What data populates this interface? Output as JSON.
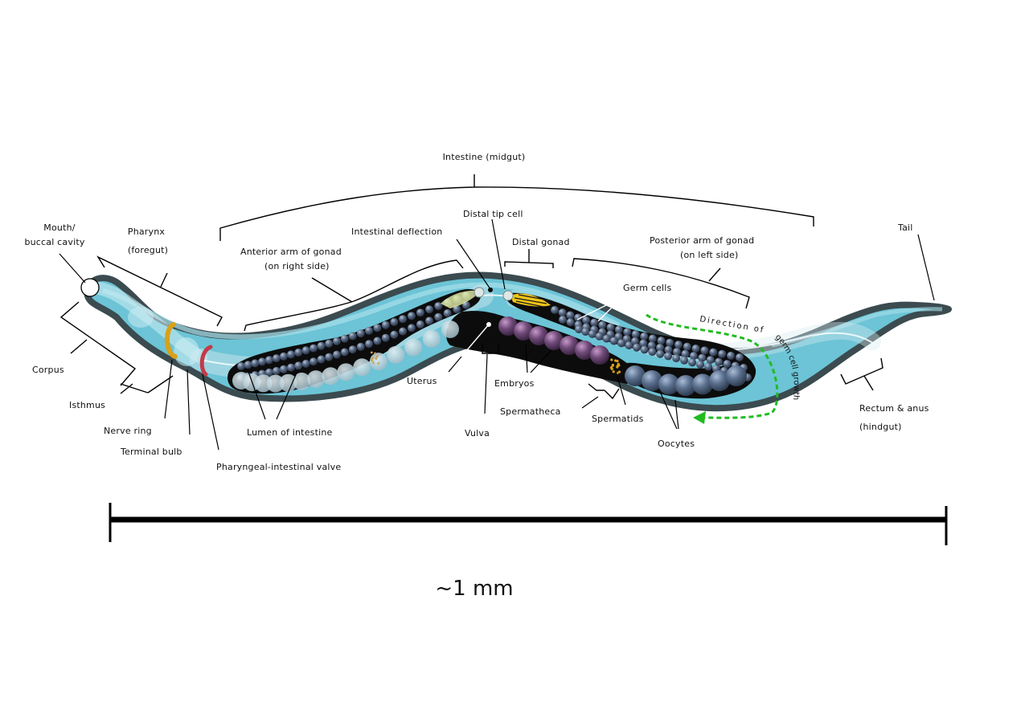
{
  "labels": {
    "intestine": "Intestine (midgut)",
    "mouth_1": "Mouth/",
    "mouth_2": "buccal cavity",
    "pharynx_1": "Pharynx",
    "pharynx_2": "(foregut)",
    "corpus": "Corpus",
    "isthmus": "Isthmus",
    "nerve_ring": "Nerve ring",
    "terminal_bulb": "Terminal bulb",
    "pharyngeal_valve": "Pharyngeal-intestinal valve",
    "lumen": "Lumen of intestine",
    "anterior_arm_1": "Anterior arm of gonad",
    "anterior_arm_2": "(on right side)",
    "intestinal_deflection": "Intestinal deflection",
    "distal_tip_cell": "Distal tip cell",
    "distal_gonad": "Distal gonad",
    "posterior_arm_1": "Posterior arm of gonad",
    "posterior_arm_2": "(on left side)",
    "germ_cells": "Germ cells",
    "uterus": "Uterus",
    "vulva": "Vulva",
    "embryos": "Embryos",
    "spermatheca": "Spermatheca",
    "spermatids": "Spermatids",
    "oocytes": "Oocytes",
    "tail": "Tail",
    "rectum_1": "Rectum & anus",
    "rectum_2": "(hindgut)",
    "direction_1": "Direction of",
    "direction_2": "germ cell growth"
  },
  "scale": {
    "label": "~1 mm"
  },
  "colors": {
    "body_fill": "#6cc4d6",
    "body_outline": "#3b4b50",
    "gonad": "#0c0c0c",
    "germ_cell": "#4f607a",
    "embryo": "#6e4a78",
    "oocyte": "#5a6f8d",
    "nerve_ring": "#d9a11b",
    "valve": "#c43a48",
    "growth_arrow": "#22bb22"
  }
}
